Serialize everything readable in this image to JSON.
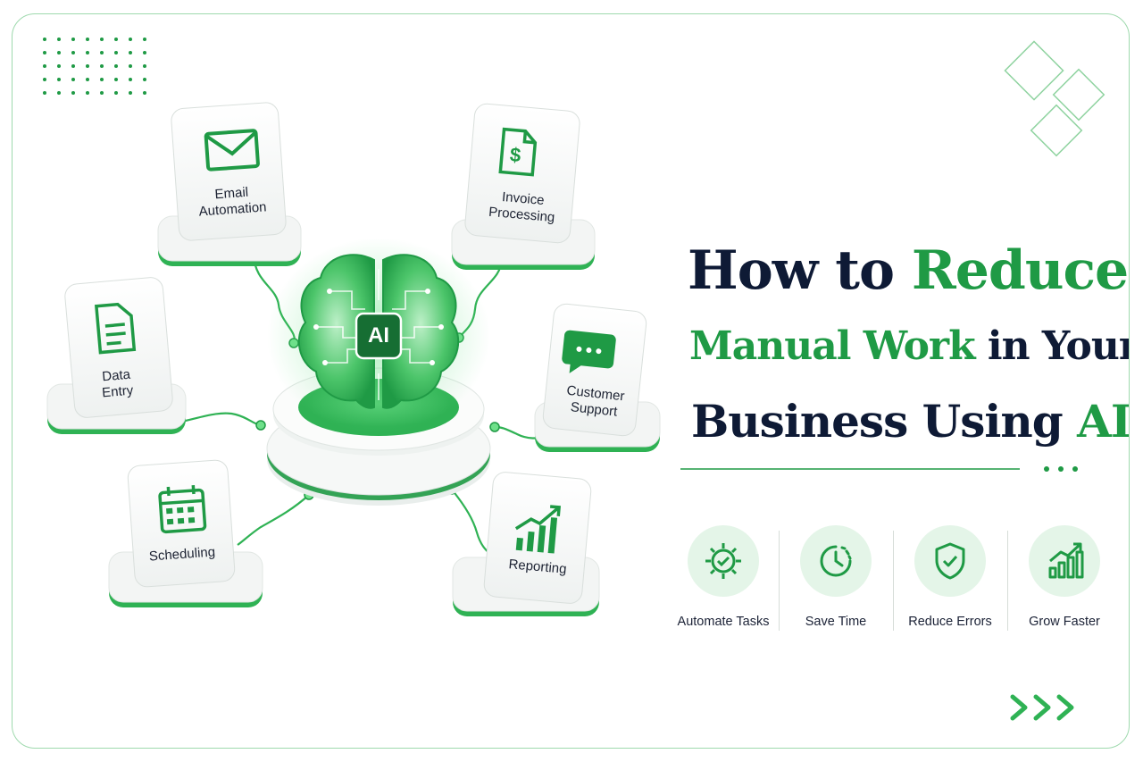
{
  "headline": {
    "line1_a": "How to ",
    "line1_b": "Reduce",
    "line2_a": "Manual Work",
    "line2_b": " in Your",
    "line3_a": "Business Using ",
    "line3_b": "AI"
  },
  "hub": {
    "chip_label": "AI"
  },
  "tasks": [
    {
      "label_1": "Email",
      "label_2": "Automation",
      "icon": "envelope-icon"
    },
    {
      "label_1": "Invoice",
      "label_2": "Processing",
      "icon": "invoice-dollar-icon"
    },
    {
      "label_1": "Data",
      "label_2": "Entry",
      "icon": "document-icon"
    },
    {
      "label_1": "Customer",
      "label_2": "Support",
      "icon": "chat-bubble-icon"
    },
    {
      "label_1": "Scheduling",
      "icon": "calendar-icon"
    },
    {
      "label_1": "Reporting",
      "icon": "bar-chart-up-icon"
    }
  ],
  "benefits": [
    {
      "label": "Automate Tasks",
      "icon": "gear-check-icon"
    },
    {
      "label": "Save Time",
      "icon": "clock-icon"
    },
    {
      "label": "Reduce Errors",
      "icon": "shield-check-icon"
    },
    {
      "label": "Grow Faster",
      "icon": "growth-chart-icon"
    }
  ],
  "colors": {
    "green": "#1f9a45",
    "light_green": "#e4f5e8",
    "navy": "#0e1a35",
    "border": "#9ed9ad"
  }
}
